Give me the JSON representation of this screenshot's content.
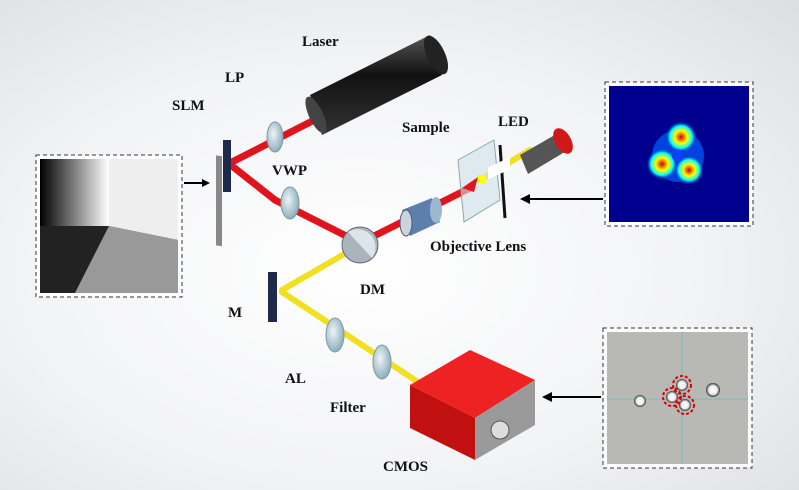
{
  "labels": {
    "laser": "Laser",
    "lp": "LP",
    "slm": "SLM",
    "vwp": "VWP",
    "sample": "Sample",
    "led": "LED",
    "objective": "Objective Lens",
    "dm": "DM",
    "m": "M",
    "al": "AL",
    "filter": "Filter",
    "cmos": "CMOS"
  },
  "colors": {
    "laser_beam": "#e0141c",
    "led_beam": "#f0e020",
    "camera": "#d8141a"
  }
}
